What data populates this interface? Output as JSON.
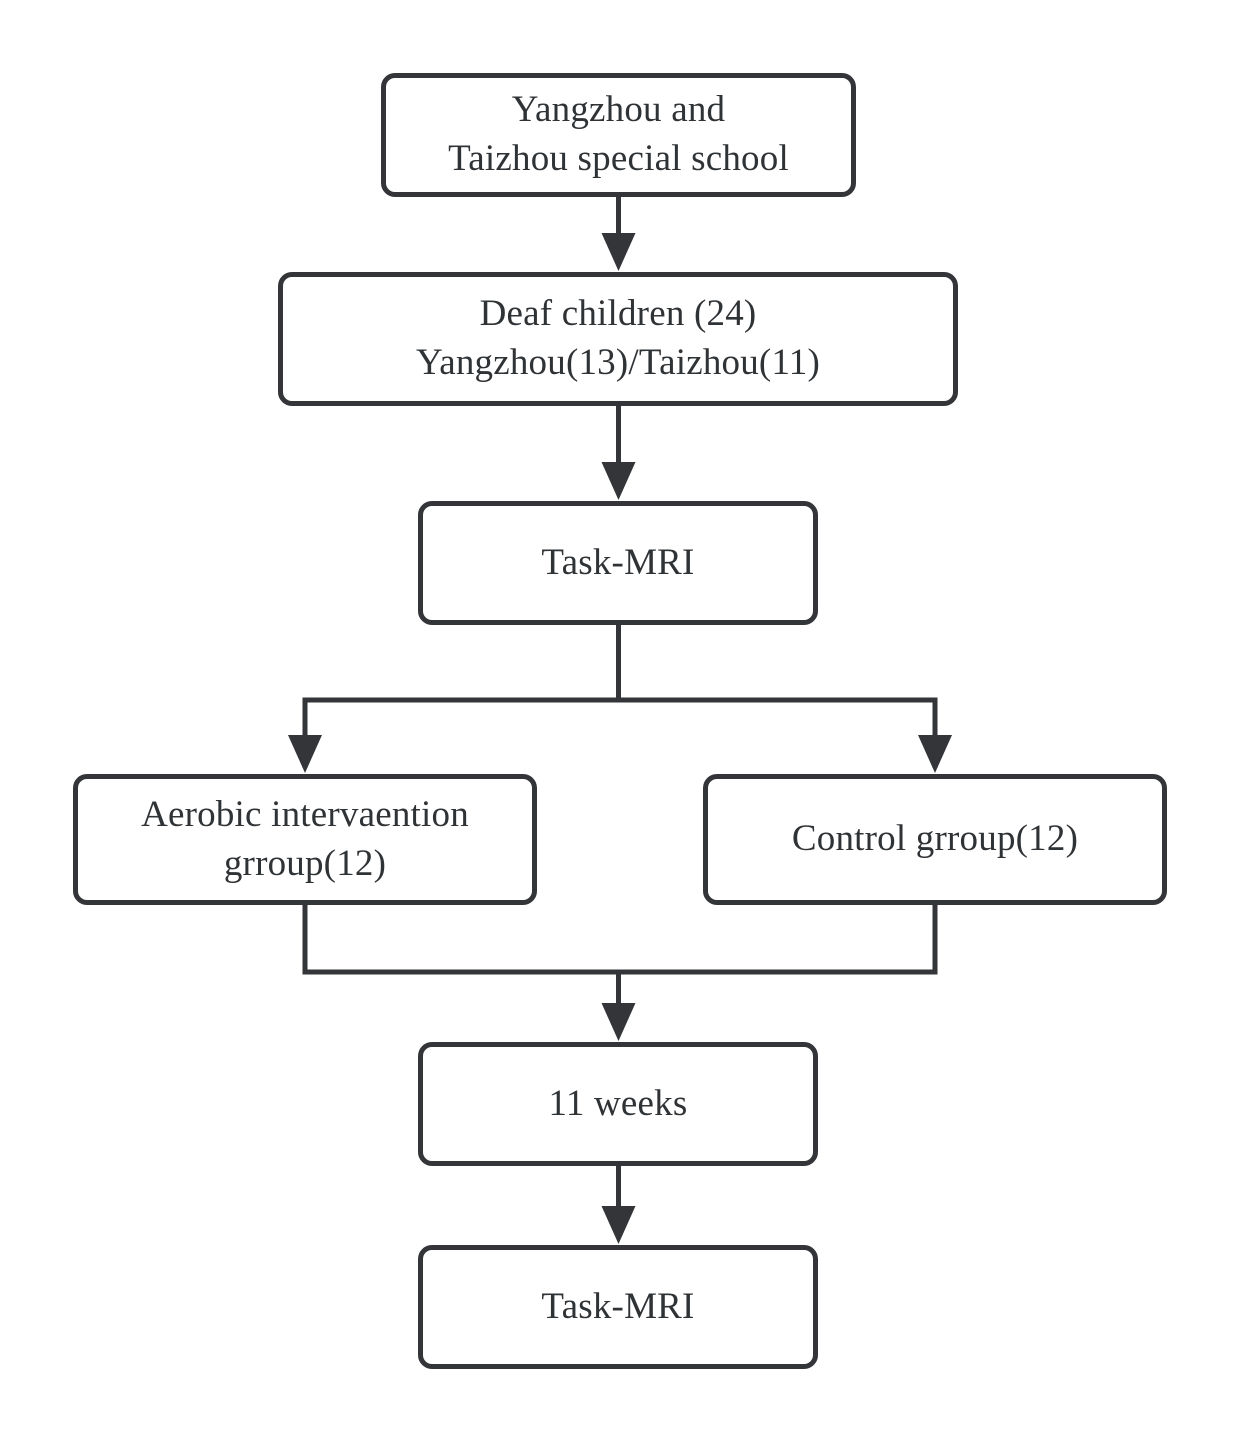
{
  "diagram": {
    "type": "flowchart",
    "background_color": "#ffffff",
    "stroke_color": "#333539",
    "text_color": "#303336",
    "nodes": {
      "school": {
        "lines": [
          "Yangzhou and",
          "Taizhou special school"
        ]
      },
      "deaf_children": {
        "lines": [
          "Deaf children (24)",
          "Yangzhou(13)/Taizhou(11)"
        ]
      },
      "task_mri_pre": {
        "lines": [
          "Task-MRI"
        ]
      },
      "aerobic_group": {
        "lines": [
          "Aerobic intervaention",
          "grroup(12)"
        ]
      },
      "control_group": {
        "lines": [
          "Control grroup(12)"
        ]
      },
      "duration": {
        "lines": [
          "11 weeks"
        ]
      },
      "task_mri_post": {
        "lines": [
          "Task-MRI"
        ]
      }
    },
    "edges": [
      {
        "from": "school",
        "to": "deaf_children"
      },
      {
        "from": "deaf_children",
        "to": "task_mri_pre"
      },
      {
        "from": "task_mri_pre",
        "to": "aerobic_group"
      },
      {
        "from": "task_mri_pre",
        "to": "control_group"
      },
      {
        "from": "aerobic_group",
        "to": "duration"
      },
      {
        "from": "control_group",
        "to": "duration"
      },
      {
        "from": "duration",
        "to": "task_mri_post"
      }
    ]
  }
}
